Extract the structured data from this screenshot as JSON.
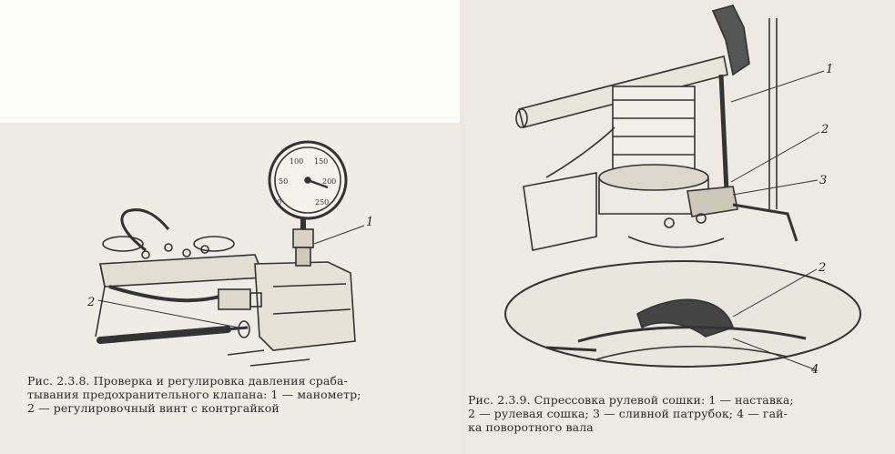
{
  "figure_left": {
    "caption": "Рис. 2.3.8. Проверка и регулировка давления срабатывания предохранительного клапана: 1 — манометр; 2 — регулировочный винт с контргайкой",
    "caption_lines": [
      "Рис. 2.3.8. Проверка и регулировка давления сраба-",
      "тывания предохранительного клапана: 1 — манометр;",
      "2 — регулировочный винт с контргайкой"
    ],
    "callouts": [
      "1",
      "2"
    ],
    "gauge_scale": [
      "0",
      "50",
      "100",
      "150",
      "200",
      "250"
    ]
  },
  "figure_right": {
    "caption": "Рис. 2.3.9. Спрессовка рулевой сошки: 1 — наставка; 2 — рулевая сошка; 3 — сливной патрубок; 4 — гайка поворотного вала",
    "caption_lines": [
      "Рис. 2.3.9. Спрессовка рулевой сошки: 1 — наставка;",
      "2 — рулевая сошка; 3 — сливной патрубок; 4 — гай-",
      "ка поворотного вала"
    ],
    "callouts": [
      "1",
      "2",
      "3",
      "2",
      "4"
    ]
  }
}
